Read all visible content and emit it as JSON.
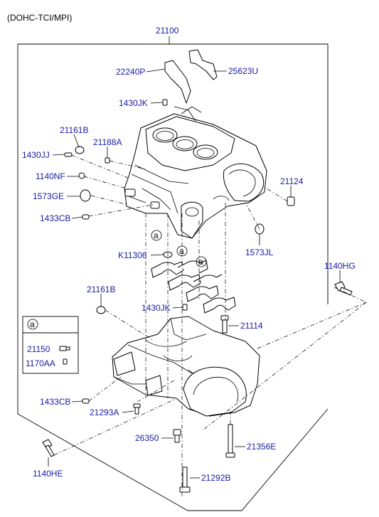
{
  "header": {
    "variant": "(DOHC-TCI/MPI)"
  },
  "assembly_number": "21100",
  "callout_letter": "a",
  "legend": {
    "letter": "a",
    "items": [
      "21150",
      "1170AA"
    ]
  },
  "parts": {
    "p22240P": "22240P",
    "p25623U": "25623U",
    "p1430JK_top": "1430JK",
    "p21161B_top": "21161B",
    "p1430JJ": "1430JJ",
    "p21188A": "21188A",
    "p1140NF": "1140NF",
    "p1573GE": "1573GE",
    "p1433CB_top": "1433CB",
    "p21124": "21124",
    "pK11306": "K11306",
    "p1573JL": "1573JL",
    "p1140HG": "1140HG",
    "p21161B_bot": "21161B",
    "p1430JK_bot": "1430JK",
    "p21114": "21114",
    "p1433CB_bot": "1433CB",
    "p21293A": "21293A",
    "p26350": "26350",
    "p21356E": "21356E",
    "p1140HE": "1140HE",
    "p21292B": "21292B"
  }
}
